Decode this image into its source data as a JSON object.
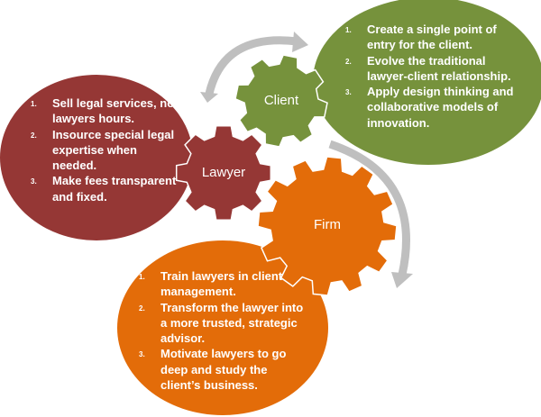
{
  "colors": {
    "client": "#76923c",
    "lawyer": "#953735",
    "firm": "#e36c09",
    "arrow": "#bfbfbf"
  },
  "gears": {
    "client": "Client",
    "lawyer": "Lawyer",
    "firm": "Firm"
  },
  "client_list": [
    {
      "num": "1.",
      "text": "Create a single point of entry for the client."
    },
    {
      "num": "2.",
      "text": "Evolve the traditional lawyer-client relationship."
    },
    {
      "num": "3.",
      "text": "Apply design thinking and collaborative models of innovation."
    }
  ],
  "lawyer_list": [
    {
      "num": "1.",
      "text": "Sell legal services, not lawyers hours."
    },
    {
      "num": "2.",
      "text": "Insource special legal expertise when needed."
    },
    {
      "num": "3.",
      "text": "Make fees transparent and fixed."
    }
  ],
  "firm_list": [
    {
      "num": "1.",
      "text": "Train lawyers in client management."
    },
    {
      "num": "2.",
      "text": "Transform the lawyer into a more trusted, strategic advisor."
    },
    {
      "num": "3.",
      "text": "Motivate lawyers to go deep and study the client’s business."
    }
  ]
}
